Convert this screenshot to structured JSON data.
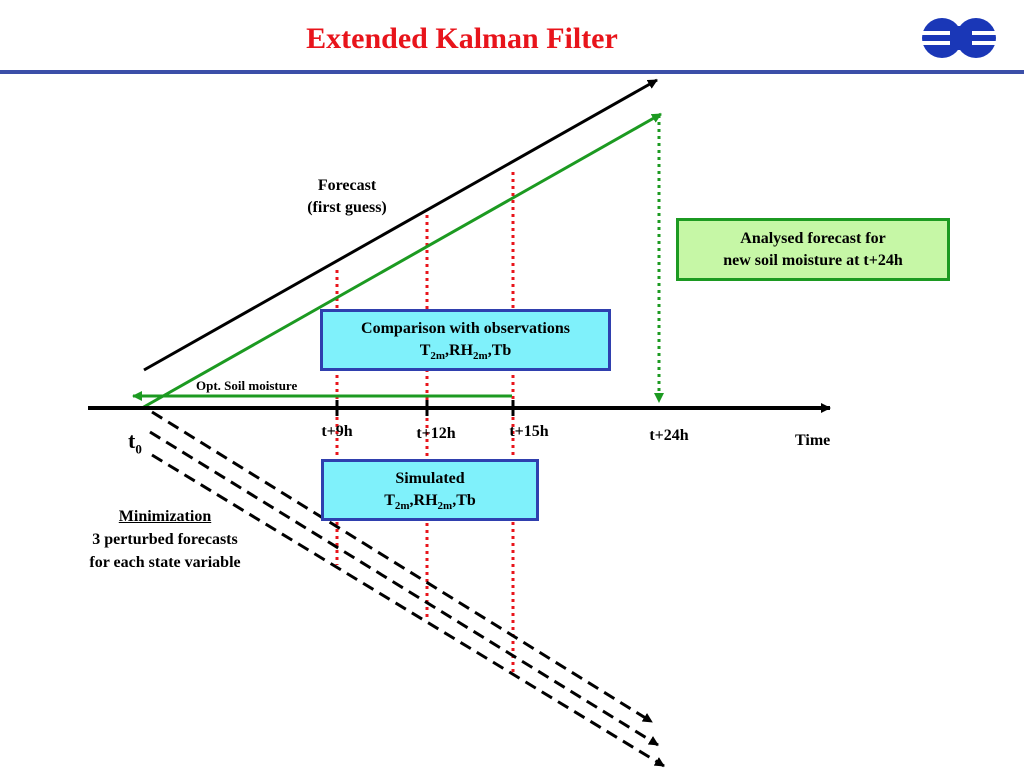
{
  "title": "Extended Kalman Filter",
  "logo": {
    "icon": "ecmwf-logo",
    "color": "#1a37b7"
  },
  "colors": {
    "title": "#e8141b",
    "rule": "#3b4fa8",
    "forecast_line": "#000000",
    "analysis_line": "#1c9a21",
    "observation_markers": "#e8141b",
    "box_fill": "#7ff1fb",
    "box_border": "#2f3fae",
    "result_fill": "#c6f7a6",
    "result_border": "#1c9a21"
  },
  "forecast": {
    "line1": "Forecast",
    "line2": "(first guess)"
  },
  "result_box": {
    "line1": "Analysed forecast for",
    "line2": "new soil moisture at t+24h"
  },
  "comparison_box": {
    "line1": "Comparison with observations",
    "T": "T",
    "T_sub": "2m",
    "RH": ",RH",
    "RH_sub": "2m",
    "tail": ",Tb"
  },
  "simulated_box": {
    "line1": "Simulated",
    "T": "T",
    "T_sub": "2m",
    "RH": ",RH",
    "RH_sub": "2m",
    "tail": ",Tb"
  },
  "opt_soil": "Opt. Soil moisture",
  "time_axis": {
    "t0": "t",
    "t0_sub": "0",
    "ticks": [
      "t+9h",
      "t+12h",
      "t+15h",
      "t+24h"
    ],
    "label": "Time"
  },
  "minimization": {
    "title": "Minimization",
    "line1": "3 perturbed forecasts",
    "line2": "for each state variable"
  }
}
